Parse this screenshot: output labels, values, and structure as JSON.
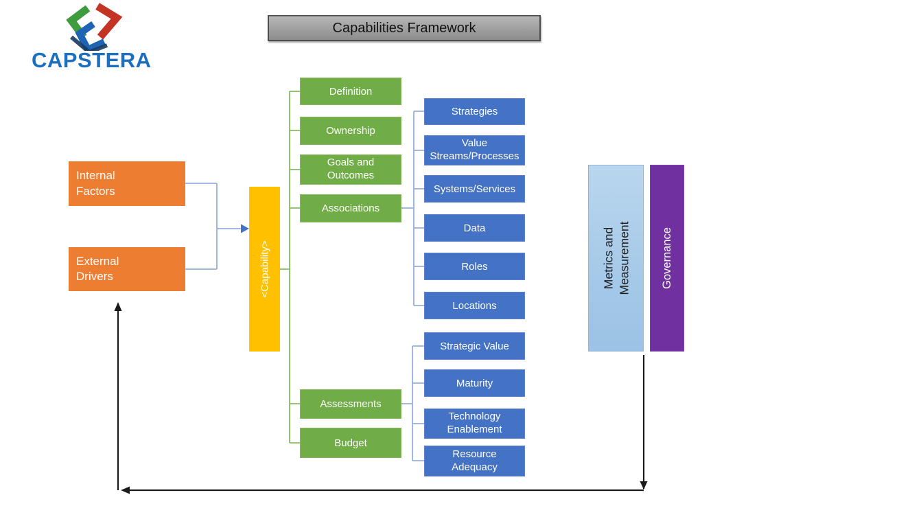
{
  "title_bar": {
    "label": "Capabilities Framework"
  },
  "logo": {
    "brand": "CAPSTERA"
  },
  "drivers": {
    "internal": {
      "label": "Internal Factors"
    },
    "external": {
      "label": "External Drivers"
    }
  },
  "capability": {
    "label": "<Capability>"
  },
  "aspects": {
    "definition": {
      "label": "Definition"
    },
    "ownership": {
      "label": "Ownership"
    },
    "goals": {
      "label": "Goals and Outcomes"
    },
    "associations": {
      "label": "Associations"
    },
    "assessments": {
      "label": "Assessments"
    },
    "budget": {
      "label": "Budget"
    }
  },
  "association_items": [
    {
      "label": "Strategies"
    },
    {
      "label": "Value Streams/Processes"
    },
    {
      "label": "Systems/Services"
    },
    {
      "label": "Data"
    },
    {
      "label": "Roles"
    },
    {
      "label": "Locations"
    }
  ],
  "assessment_items": [
    {
      "label": "Strategic Value"
    },
    {
      "label": "Maturity"
    },
    {
      "label": "Technology Enablement"
    },
    {
      "label": "Resource Adequacy"
    }
  ],
  "pillars": {
    "metrics": {
      "label": "Metrics and Measurement"
    },
    "governance": {
      "label": "Governance"
    }
  },
  "colors": {
    "orange": "#ED7D31",
    "yellow": "#FFC000",
    "green": "#70AD47",
    "blue": "#4472C4",
    "light_blue": "#A9CCE9",
    "purple": "#7030A0",
    "connector_blue": "#95AFDB",
    "connector_green": "#87BB62",
    "arrow_black": "#1A1A1A",
    "title_gray": "#9A9A9A",
    "brand_blue": "#1B6FBF"
  }
}
